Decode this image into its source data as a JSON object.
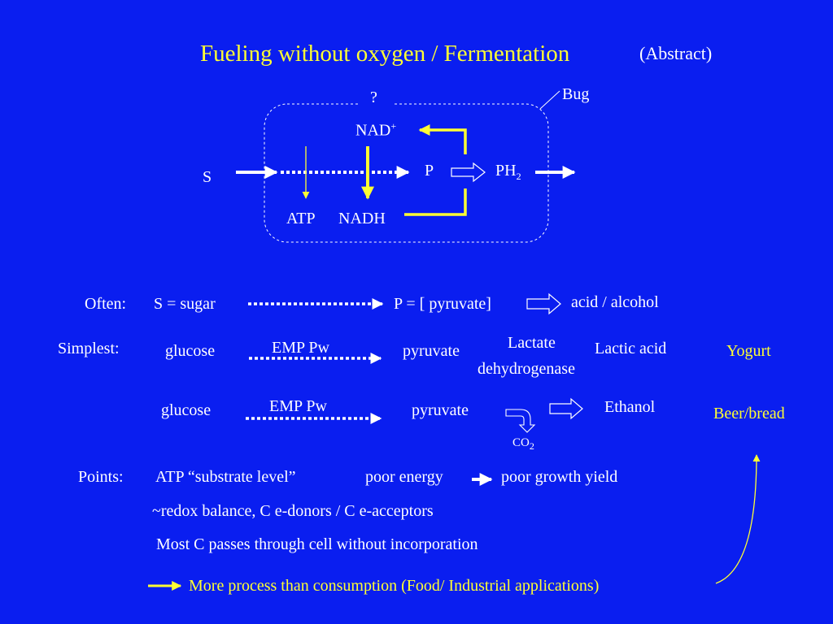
{
  "title": {
    "main": "Fueling without oxygen / Fermentation",
    "tag": "(Abstract)"
  },
  "diagram": {
    "question": "?",
    "bug": "Bug",
    "nad": "NAD",
    "nad_sup": "+",
    "s": "S",
    "p": "P",
    "ph": "PH",
    "ph_sub": "2",
    "atp": "ATP",
    "nadh": "NADH"
  },
  "often": {
    "label": "Often:",
    "substrate": "S = sugar",
    "product": "P = [ pyruvate]",
    "result": "acid / alcohol"
  },
  "simplest": {
    "label": "Simplest:",
    "substrate": "glucose",
    "pathway": "EMP Pw",
    "product": "pyruvate",
    "enzyme_line1": "Lactate",
    "enzyme_line2": "dehydrogenase",
    "result": "Lactic acid",
    "application": "Yogurt"
  },
  "ethanol_row": {
    "substrate": "glucose",
    "pathway": "EMP Pw",
    "product": "pyruvate",
    "co2": "CO",
    "co2_sub": "2",
    "result": "Ethanol",
    "application": "Beer/bread"
  },
  "points": {
    "label": "Points:",
    "p1": "ATP “substrate level”",
    "p2": "poor energy",
    "p3": "poor growth yield",
    "p4": "~redox balance, C e-donors / C e-acceptors",
    "p5": "Most C passes through cell without incorporation",
    "conclusion": "More process than consumption (Food/ Industrial applications)"
  },
  "colors": {
    "background": "#0a1ef0",
    "text": "#ffffff",
    "accent": "#ffff33"
  }
}
